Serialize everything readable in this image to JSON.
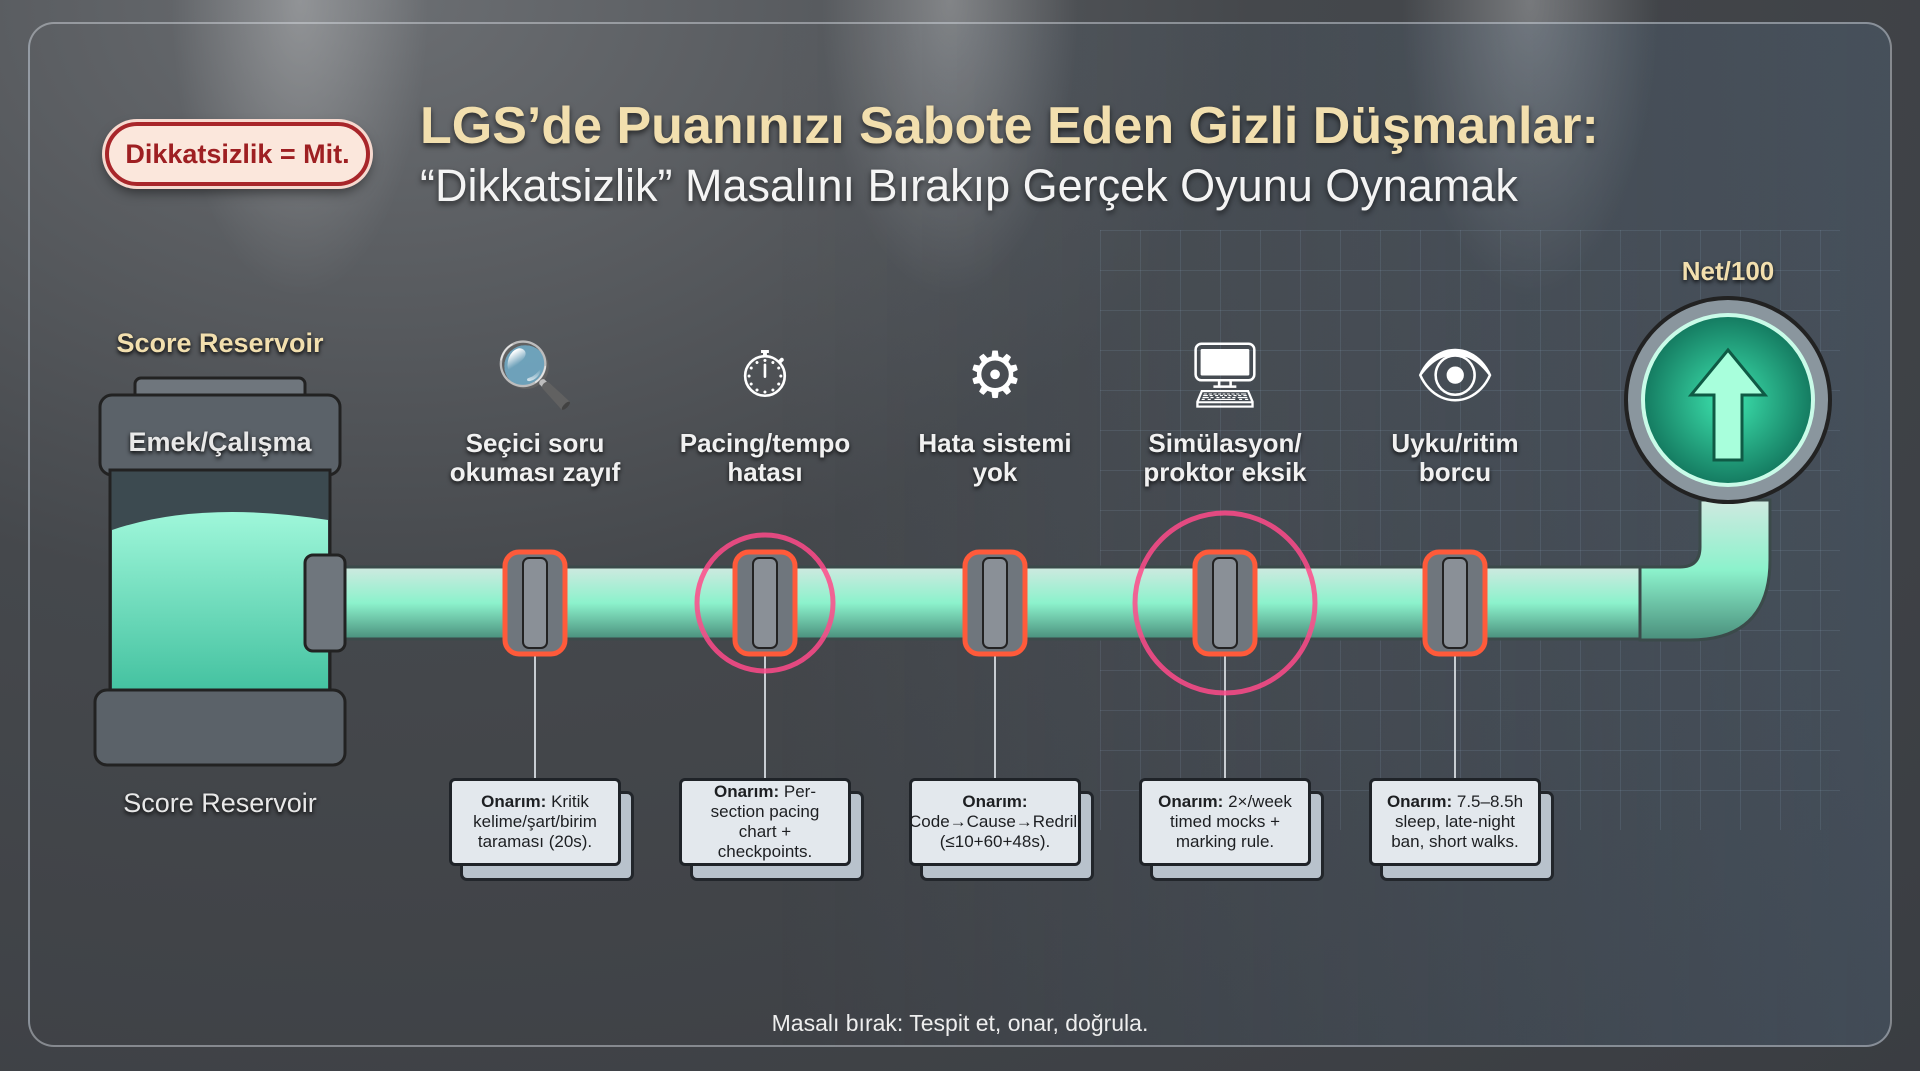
{
  "badge": "Dikkatsizlik = Mit.",
  "title": {
    "line1": "LGS’de Puanınızı Sabote Eden Gizli Düşmanlar:",
    "line2": "“Dikkatsizlik” Masalını Bırakıp Gerçek Oyunu Oynamak"
  },
  "reservoir": {
    "top_label": "Score Reservoir",
    "plate": "Emek/Çalışma",
    "bottom_label": "Score Reservoir"
  },
  "output": {
    "label": "Net/100"
  },
  "stages": [
    {
      "icon": "magnifier-icon",
      "title": "Seçici soru okuması zayıf",
      "fix_bold": "Onarım:",
      "fix": "Kritik kelime/şart/birim taraması (20s)."
    },
    {
      "icon": "stopwatch-icon",
      "title": "Pacing/tempo hatası",
      "fix_bold": "Onarım:",
      "fix": "Per-section pacing chart + checkpoints."
    },
    {
      "icon": "gear-question-icon",
      "title": "Hata sistemi yok",
      "fix_bold": "Onarım:",
      "fix": "Code→Cause→Redrill (≤10+60+48s)."
    },
    {
      "icon": "monitor-timer-icon",
      "title": "Simülasyon/ proktor eksik",
      "fix_bold": "Onarım:",
      "fix": "2×/week timed mocks + marking rule."
    },
    {
      "icon": "tired-eye-battery-icon",
      "title": "Uyku/ritim borcu",
      "fix_bold": "Onarım:",
      "fix": "7.5–8.5h sleep, late-night ban, short walks."
    }
  ],
  "footer": "Masalı bırak: Tespit et, onar, doğrula.",
  "colors": {
    "title": "#f2dfae",
    "badge": "#a8262a",
    "liquid": "#7ff0c8",
    "alert": "#ff4a6a"
  }
}
